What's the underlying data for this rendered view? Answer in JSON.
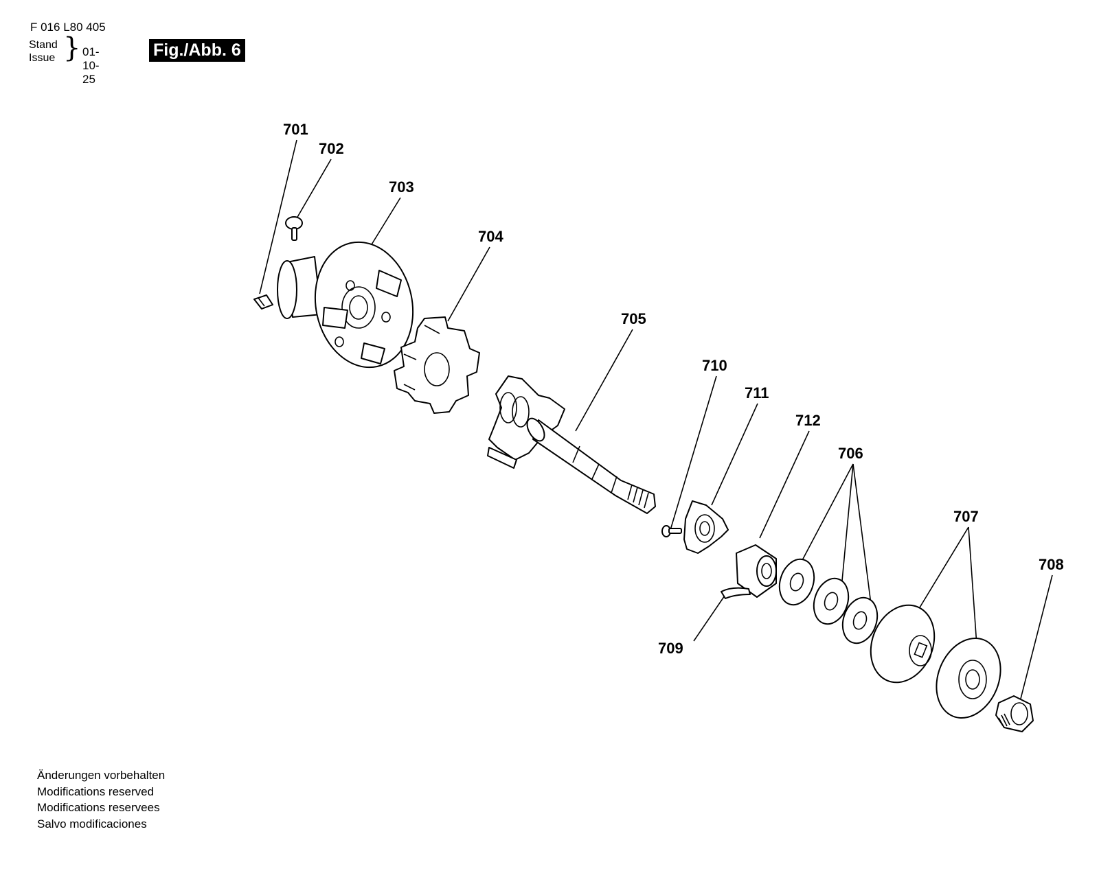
{
  "header": {
    "doc_number": "F 016 L80 405",
    "stand_label": "Stand",
    "issue_label": "Issue",
    "brace": "}",
    "date": "01-10-25",
    "figure_label": "Fig./Abb. 6"
  },
  "callouts": {
    "p701": "701",
    "p702": "702",
    "p703": "703",
    "p704": "704",
    "p705": "705",
    "p706": "706",
    "p707": "707",
    "p708": "708",
    "p709": "709",
    "p710": "710",
    "p711": "711",
    "p712": "712"
  },
  "notes": [
    "Änderungen vorbehalten",
    "Modifications reserved",
    "Modifications reservees",
    "Salvo modificaciones"
  ]
}
